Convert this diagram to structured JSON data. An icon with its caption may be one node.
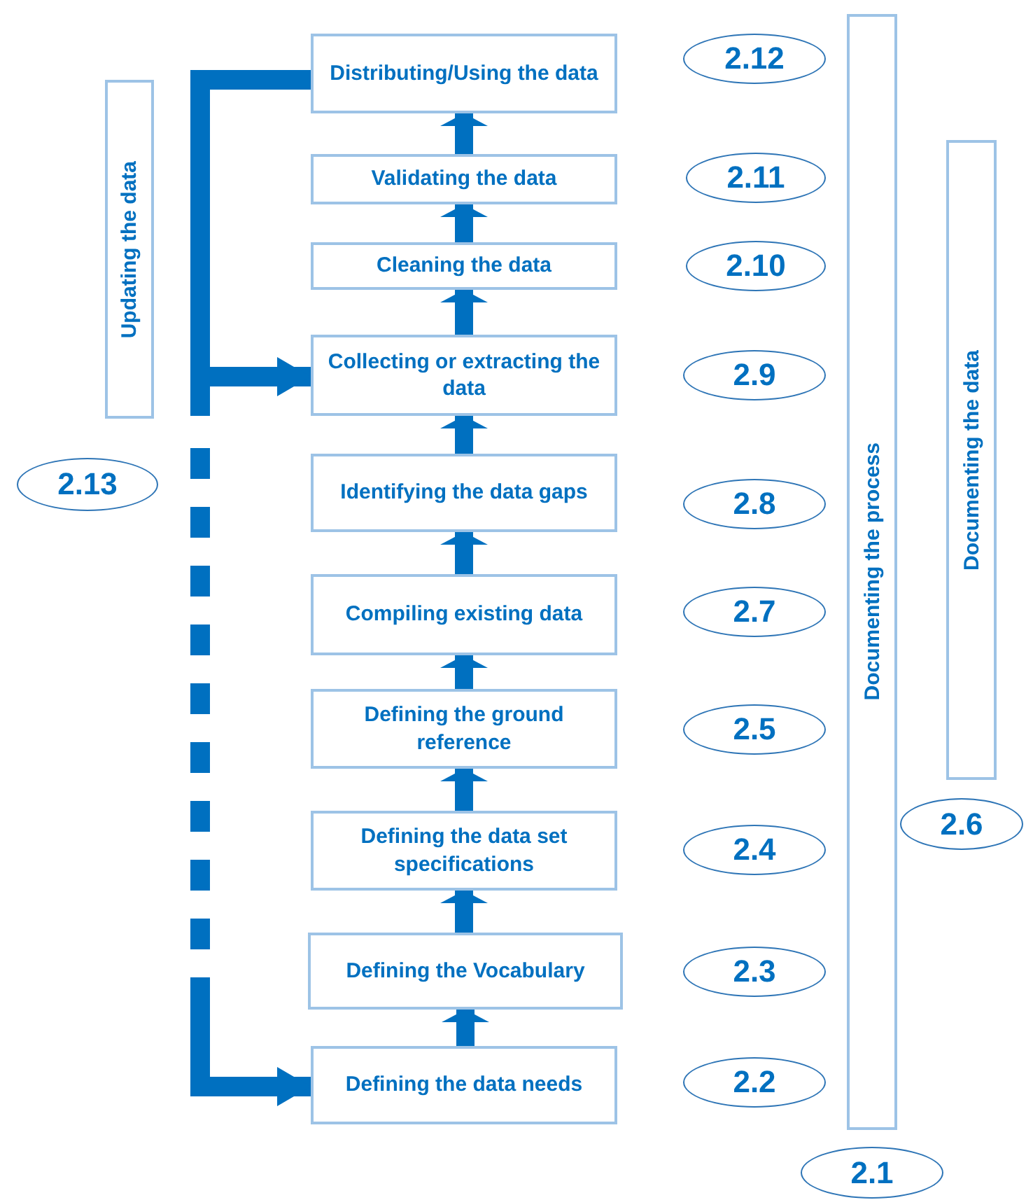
{
  "diagram": {
    "nodes": [
      {
        "text": [
          "Distributing/Using the data"
        ]
      },
      {
        "text": [
          "Validating the data"
        ]
      },
      {
        "text": [
          "Cleaning the data"
        ]
      },
      {
        "text": [
          "Collecting or extracting the data"
        ]
      },
      {
        "text": [
          "Identifying the data gaps"
        ]
      },
      {
        "text": [
          "Compiling existing data"
        ]
      },
      {
        "text": [
          "Defining the ground reference"
        ]
      },
      {
        "text": [
          "Defining the data set specifications"
        ]
      },
      {
        "text": [
          "Defining the Vocabulary"
        ]
      },
      {
        "text": [
          "Defining the data needs"
        ]
      },
      {
        "text": [
          "2.12"
        ]
      },
      {
        "text": [
          "2.11"
        ]
      },
      {
        "text": [
          "2.10"
        ]
      },
      {
        "text": [
          "2.9"
        ]
      },
      {
        "text": [
          "2.8"
        ]
      },
      {
        "text": [
          "2.7"
        ]
      },
      {
        "text": [
          "2.5"
        ]
      },
      {
        "text": [
          "2.4"
        ]
      },
      {
        "text": [
          "2.3"
        ]
      },
      {
        "text": [
          "2.2"
        ]
      },
      {
        "text": [
          "Updating the data"
        ]
      },
      {
        "text": [
          "2.13"
        ]
      },
      {
        "text": [
          "Documenting the process"
        ]
      },
      {
        "text": [
          "2.1"
        ]
      },
      {
        "text": [
          "Documenting the data"
        ]
      },
      {
        "text": [
          "2.6"
        ]
      }
    ],
    "edges": [
      {
        "from": 1,
        "to": 0,
        "arrow": "to"
      },
      {
        "from": 2,
        "to": 1,
        "arrow": "to"
      },
      {
        "from": 3,
        "to": 2,
        "arrow": "to"
      },
      {
        "from": 4,
        "to": 3,
        "arrow": "to"
      },
      {
        "from": 5,
        "to": 4,
        "arrow": "to"
      },
      {
        "from": 6,
        "to": 5,
        "arrow": "to"
      },
      {
        "from": 7,
        "to": 6,
        "arrow": "to"
      },
      {
        "from": 8,
        "to": 7,
        "arrow": "to"
      },
      {
        "from": 9,
        "to": 8,
        "arrow": "to"
      },
      {
        "from": 0,
        "to": 3,
        "arrow": "to"
      },
      {
        "from": 0,
        "to": 9,
        "arrow": "to",
        "style": "dashed"
      }
    ]
  }
}
